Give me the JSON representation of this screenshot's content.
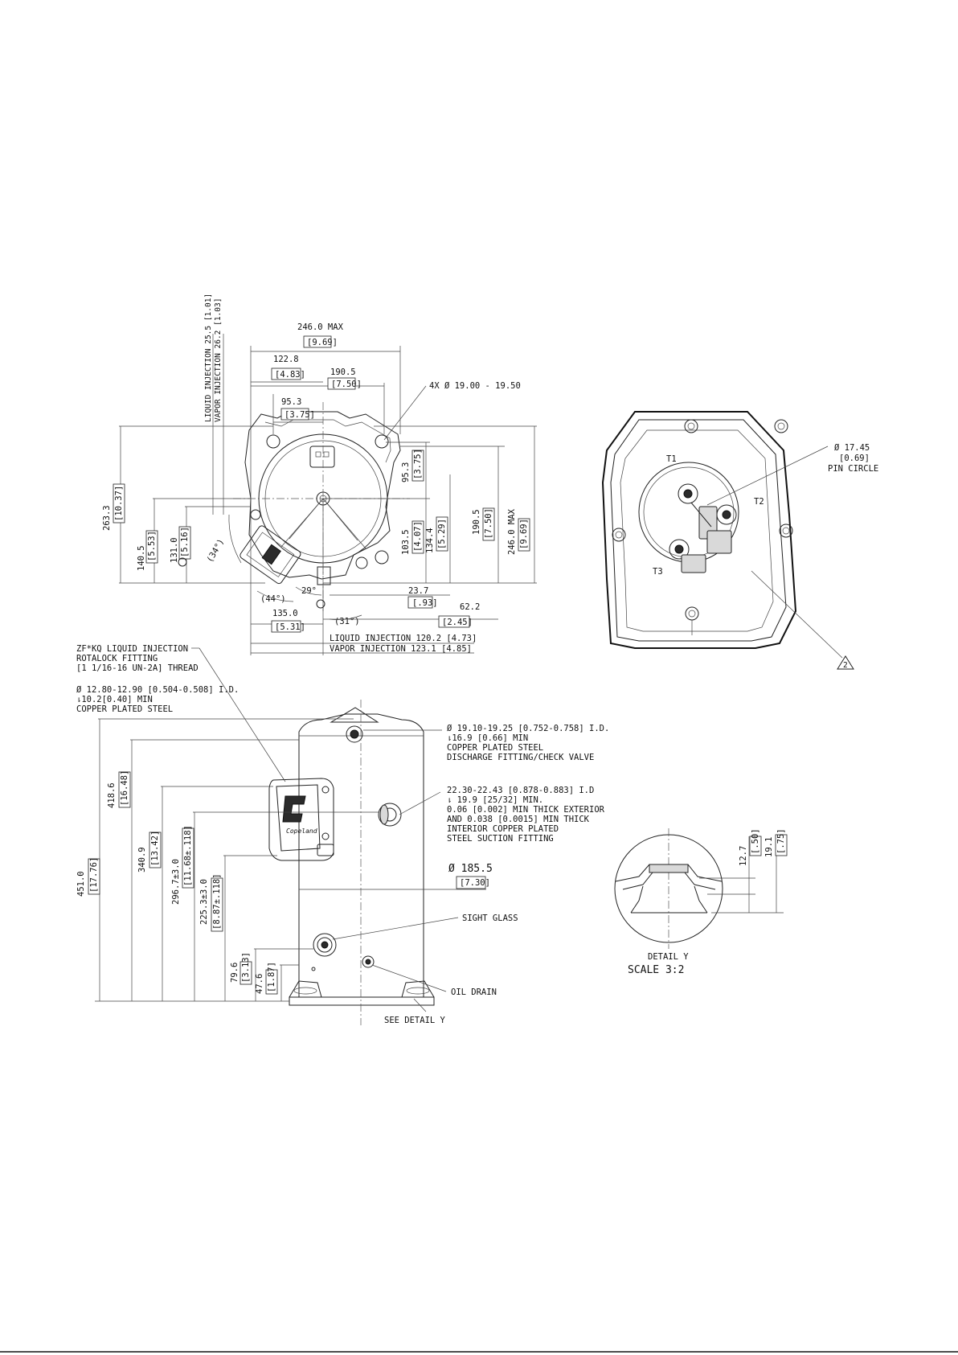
{
  "top_view": {
    "overall_width": "246.0 MAX",
    "overall_width_in": "[9.69]",
    "w_122": "122.8",
    "w_122_in": "[4.83]",
    "w_190": "190.5",
    "w_190_in": "[7.50]",
    "w_95": "95.3",
    "w_95_in": "[3.75]",
    "mount_holes": "4X Ø 19.00 - 19.50",
    "liquid_injection_vertical": "LIQUID INJECTION 25.5 [1.01]",
    "vapor_injection_vertical": "VAPOR INJECTION 26.2 [1.03]",
    "h_263": "263.3",
    "h_263_in": "[10.37]",
    "h_140": "140.5",
    "h_140_in": "[5.53]",
    "h_131": "131.0",
    "h_131_in": "[5.16]",
    "r_95": "95.3",
    "r_95_in": "[3.75]",
    "r_103": "103.5",
    "r_103_in": "[4.07]",
    "r_134": "134.4",
    "r_134_in": "[5.29]",
    "r_190": "190.5",
    "r_190_in": "[7.50]",
    "r_246": "246.0 MAX",
    "r_246_in": "[9.69]",
    "angle_34": "(34°)",
    "angle_44": "(44°)",
    "angle_29": "29°",
    "angle_31": "(31°)",
    "d_23": "23.7",
    "d_23_in": "[.93]",
    "d_62": "62.2",
    "d_62_in": "[2.45]",
    "d_135": "135.0",
    "d_135_in": "[5.31]",
    "liquid_injection_bottom": "LIQUID INJECTION 120.2 [4.73]",
    "vapor_injection_bottom": "VAPOR INJECTION 123.1 [4.85]"
  },
  "terminal_view": {
    "pin_circle": "Ø 17.45",
    "pin_circle_in": "[0.69]",
    "pin_circle_label": "PIN CIRCLE",
    "t1": "T1",
    "t2": "T2",
    "t3": "T3",
    "note_flag": "2"
  },
  "side_view": {
    "zf_note_1": "ZF*KQ LIQUID INJECTION",
    "zf_note_2": "ROTALOCK FITTING",
    "zf_note_3": "[1 1/16-16 UN-2A] THREAD",
    "inj_note_1": "Ø 12.80-12.90 [0.504-0.508] I.D.",
    "inj_note_2": "⇂10.2[0.40] MIN",
    "inj_note_3": "COPPER PLATED STEEL",
    "discharge_1": "Ø 19.10-19.25 [0.752-0.758] I.D.",
    "discharge_2": "⇂16.9 [0.66] MIN",
    "discharge_3": "COPPER PLATED STEEL",
    "discharge_4": "DISCHARGE FITTING/CHECK VALVE",
    "suction_1": "22.30-22.43 [0.878-0.883] I.D",
    "suction_2": "⇂ 19.9 [25/32] MIN.",
    "suction_3": "0.06 [0.002] MIN THICK EXTERIOR",
    "suction_4": "AND 0.038 [0.0015] MIN THICK",
    "suction_5": "INTERIOR COPPER PLATED",
    "suction_6": "STEEL SUCTION FITTING",
    "shell_dia": "Ø 185.5",
    "shell_dia_in": "[7.30]",
    "sight_glass": "SIGHT GLASS",
    "oil_drain": "OIL DRAIN",
    "see_detail": "SEE DETAIL Y",
    "h_451": "451.0",
    "h_451_in": "[17.76]",
    "h_418": "418.6",
    "h_418_in": "[16.48]",
    "h_340": "340.9",
    "h_340_in": "[13.42]",
    "h_296": "296.7±3.0",
    "h_296_in": "[11.68±.118]",
    "h_225": "225.3±3.0",
    "h_225_in": "[8.87±.118]",
    "h_79": "79.6",
    "h_79_in": "[3.13]",
    "h_47": "47.6",
    "h_47_in": "[1.87]",
    "box_brand": "Copeland"
  },
  "detail_y": {
    "d_12": "12.7",
    "d_12_in": "[.50]",
    "d_19": "19.1",
    "d_19_in": "[.75]",
    "title": "DETAIL Y",
    "scale": "SCALE 3:2"
  }
}
